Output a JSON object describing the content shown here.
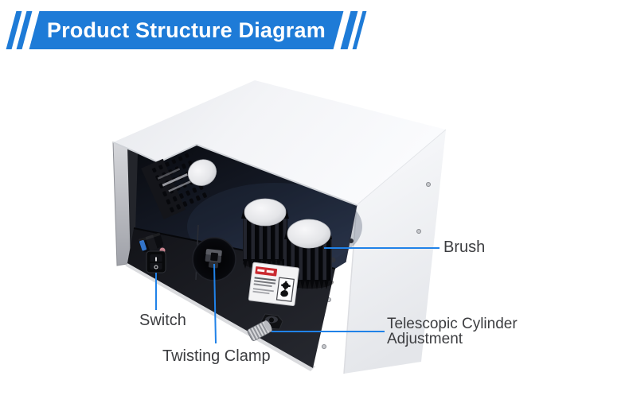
{
  "header": {
    "title": "Product Structure Diagram",
    "banner_color": "#1e7bd7"
  },
  "diagram": {
    "callout_color": "#2082e8",
    "label_text_color": "#3c3d40",
    "labels": {
      "brush": "Brush",
      "switch": "Switch",
      "twisting_clamp": "Twisting Clamp",
      "telescopic_adjustment": "Telescopic Cylinder Adjustment"
    }
  }
}
